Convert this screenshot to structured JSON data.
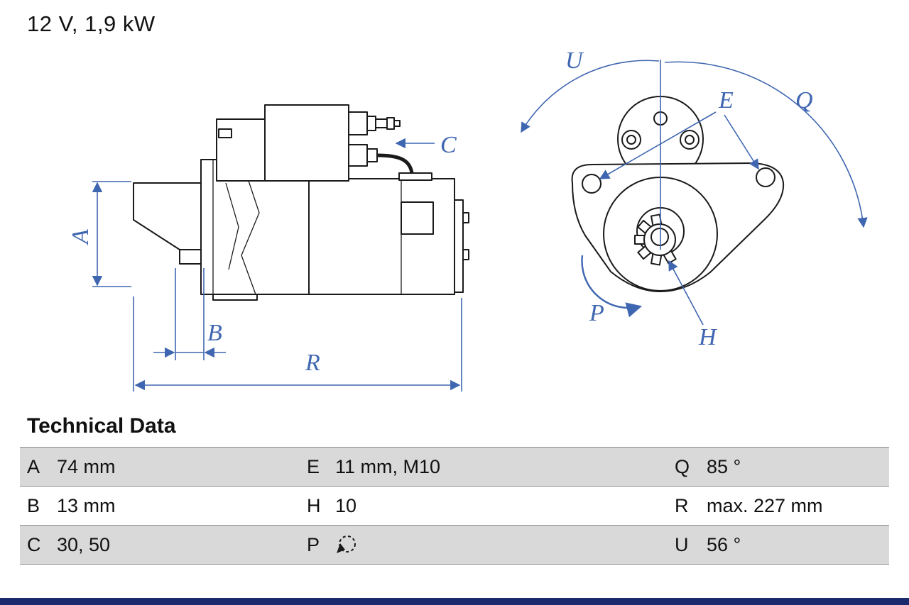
{
  "title": "12 V, 1,9 kW",
  "drawing": {
    "line_color": "#1a1a1a",
    "dimension_color": "#3f66b0",
    "labels": {
      "A": "A",
      "B": "B",
      "C": "C",
      "R": "R",
      "U": "U",
      "E": "E",
      "Q": "Q",
      "P": "P",
      "H": "H"
    }
  },
  "table": {
    "heading": "Technical Data",
    "shade_color": "#d9d9d9",
    "rows": [
      {
        "shaded": true,
        "cells": [
          {
            "key": "A",
            "value": "74 mm"
          },
          {
            "key": "E",
            "value": "11 mm, M10"
          },
          {
            "key": "Q",
            "value": "85 °"
          }
        ]
      },
      {
        "shaded": false,
        "cells": [
          {
            "key": "B",
            "value": "13 mm"
          },
          {
            "key": "H",
            "value": "10"
          },
          {
            "key": "R",
            "value": "max. 227 mm"
          }
        ]
      },
      {
        "shaded": true,
        "cells": [
          {
            "key": "C",
            "value": "30, 50"
          },
          {
            "key": "P",
            "value": "",
            "icon": "rotation-icon"
          },
          {
            "key": "U",
            "value": "56 °"
          }
        ]
      }
    ]
  },
  "footer": {
    "bar_color": "#1a2a6c"
  }
}
